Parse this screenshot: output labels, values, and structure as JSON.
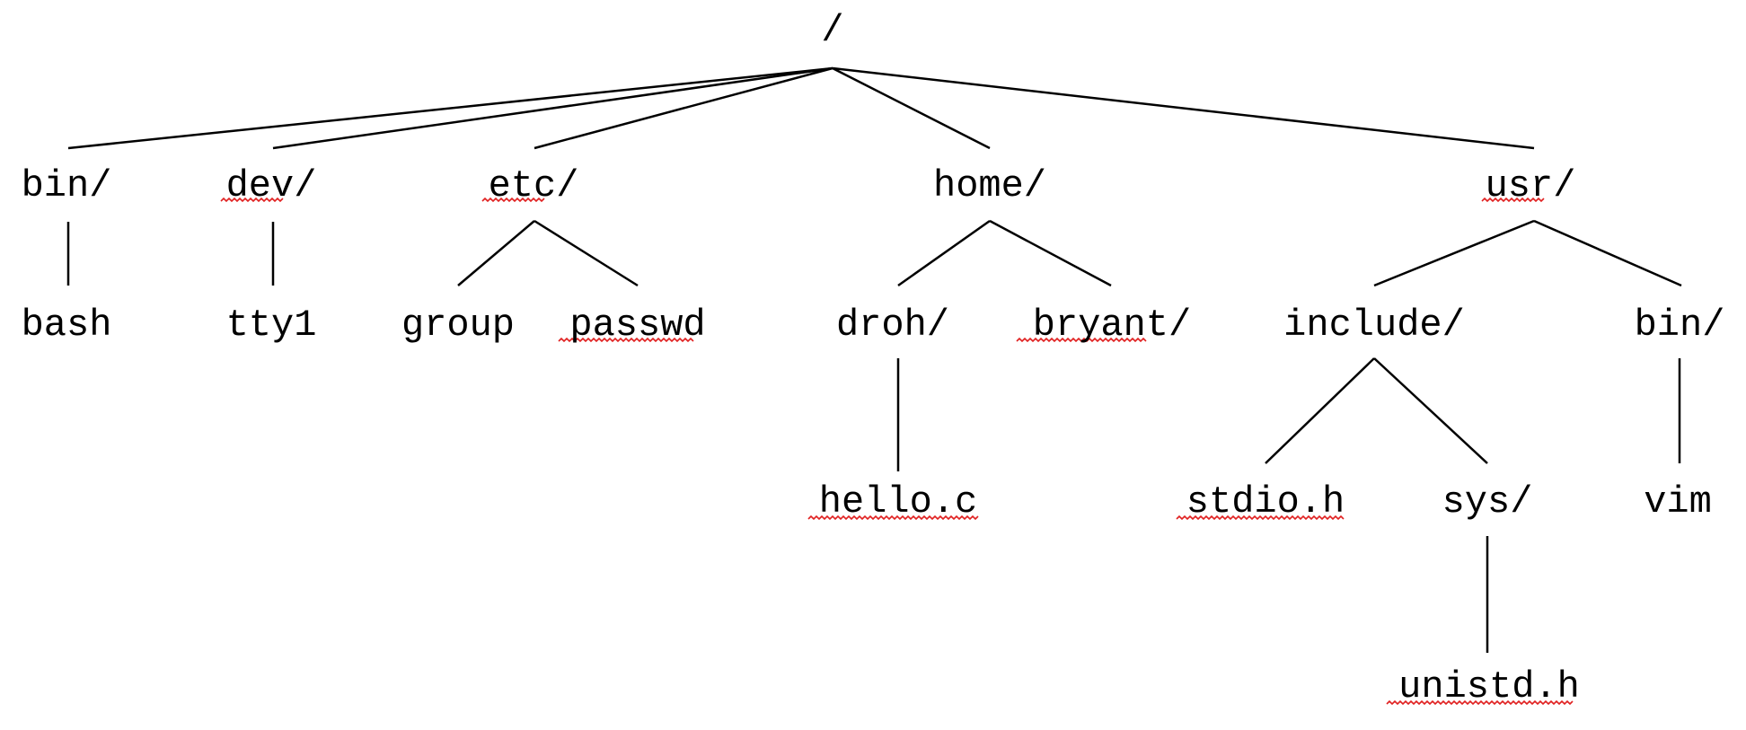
{
  "tree": {
    "root": "/",
    "dirs": {
      "bin": "bin/",
      "dev": "dev/",
      "etc": "etc/",
      "home": "home/",
      "usr": "usr/",
      "droh": "droh/",
      "bryant": "bryant/",
      "include": "include/",
      "usr_bin": "bin/",
      "sys": "sys/"
    },
    "files": {
      "bash": "bash",
      "tty1": "tty1",
      "group": "group",
      "passwd": "passwd",
      "hello_c": "hello.c",
      "stdio_h": "stdio.h",
      "vim": "vim",
      "unistd_h": "unistd.h"
    }
  },
  "spellcheck_color": "#e02020"
}
